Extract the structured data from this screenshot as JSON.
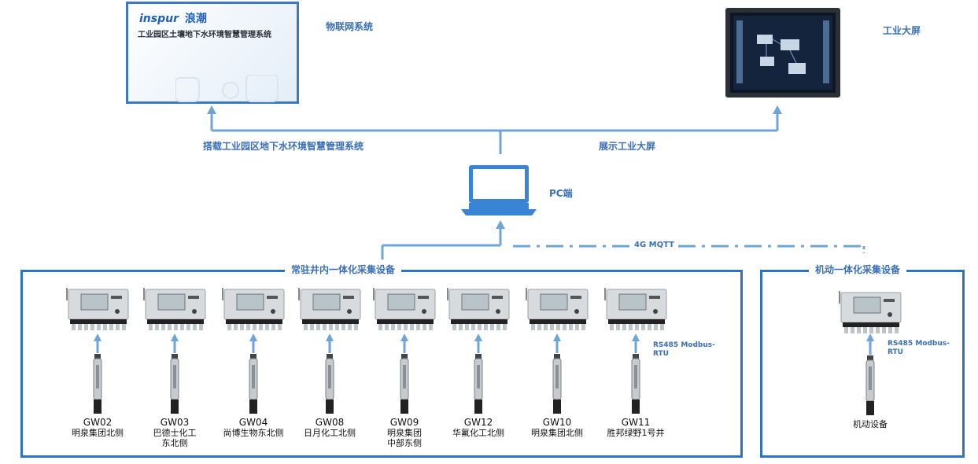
{
  "iot_card": {
    "brand_latin": "inspur",
    "brand_cn": "浪潮",
    "title": "工业园区土壤地下水环境智慧管理系统"
  },
  "labels": {
    "iot_system": "物联网系统",
    "industrial_screen": "工业大屏",
    "carry_system": "搭载工业园区地下水环境智慧管理系统",
    "show_screen": "展示工业大屏",
    "pc": "PC端",
    "network": "4G  MQTT"
  },
  "fixed_group": {
    "title": "常驻井内一体化采集设备",
    "protocol_line1": "RS485  Modbus-",
    "protocol_line2": "RTU",
    "devices": [
      {
        "code": "GW02",
        "loc1": "明泉集团北侧",
        "loc2": ""
      },
      {
        "code": "GW03",
        "loc1": "巴德士化工",
        "loc2": "东北侧"
      },
      {
        "code": "GW04",
        "loc1": "尚博生物东北侧",
        "loc2": ""
      },
      {
        "code": "GW08",
        "loc1": "日月化工北侧",
        "loc2": ""
      },
      {
        "code": "GW09",
        "loc1": "明泉集团",
        "loc2": "中部东侧"
      },
      {
        "code": "GW12",
        "loc1": "华氟化工北侧",
        "loc2": ""
      },
      {
        "code": "GW10",
        "loc1": "明泉集团北侧",
        "loc2": ""
      },
      {
        "code": "GW11",
        "loc1": "胜邦绿野1号井",
        "loc2": ""
      }
    ]
  },
  "mobile_group": {
    "title": "机动一体化采集设备",
    "protocol_line1": "RS485  Modbus-",
    "protocol_line2": "RTU",
    "device_label": "机动设备"
  },
  "colors": {
    "arrow": "#6fa4d8",
    "frame": "#2e73c2",
    "label": "#3a6fb5"
  }
}
